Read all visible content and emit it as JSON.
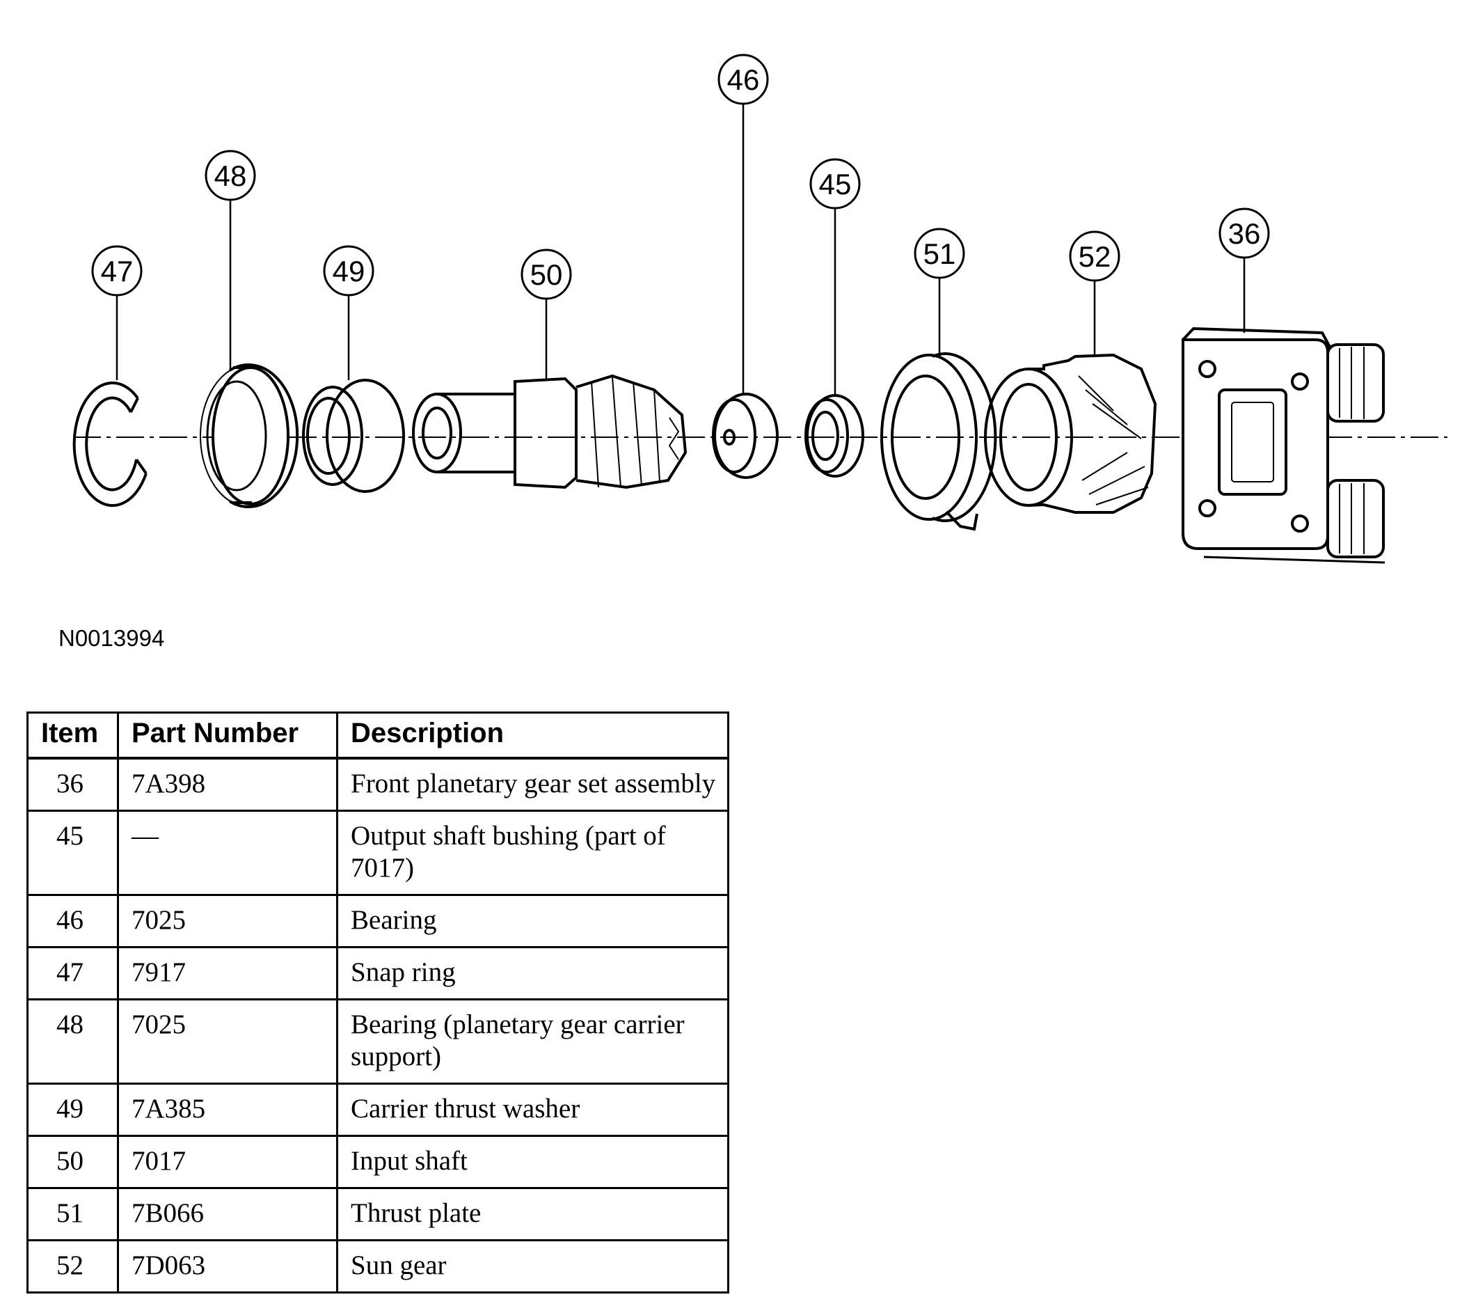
{
  "figure": {
    "id": "N0013994",
    "callouts": [
      "47",
      "48",
      "49",
      "50",
      "46",
      "45",
      "51",
      "52",
      "36"
    ]
  },
  "table": {
    "headers": {
      "item": "Item",
      "part_number": "Part Number",
      "description": "Description"
    },
    "rows": [
      {
        "item": "36",
        "part_number": "7A398",
        "description": "Front planetary gear set assembly"
      },
      {
        "item": "45",
        "part_number": "—",
        "description": "Output shaft bushing (part of 7017)"
      },
      {
        "item": "46",
        "part_number": "7025",
        "description": "Bearing"
      },
      {
        "item": "47",
        "part_number": "7917",
        "description": "Snap ring"
      },
      {
        "item": "48",
        "part_number": "7025",
        "description": "Bearing (planetary gear carrier support)"
      },
      {
        "item": "49",
        "part_number": "7A385",
        "description": "Carrier thrust washer"
      },
      {
        "item": "50",
        "part_number": "7017",
        "description": "Input shaft"
      },
      {
        "item": "51",
        "part_number": "7B066",
        "description": "Thrust plate"
      },
      {
        "item": "52",
        "part_number": "7D063",
        "description": "Sun gear"
      }
    ]
  }
}
